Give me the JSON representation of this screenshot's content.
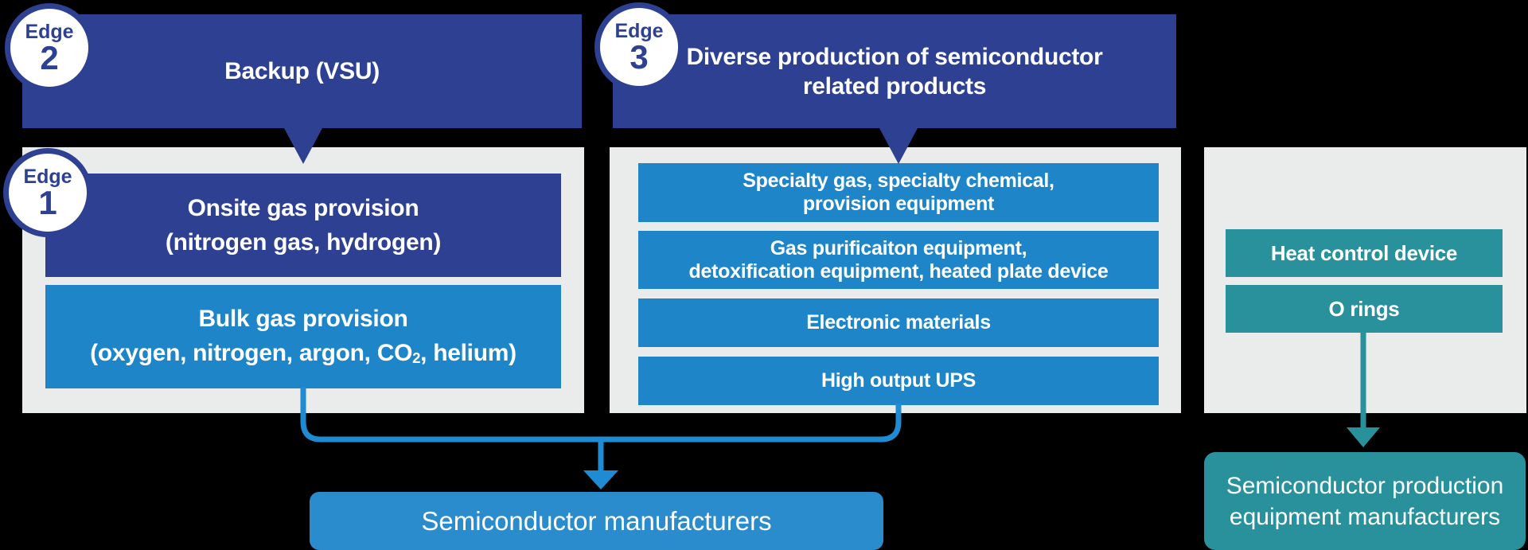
{
  "colors": {
    "background": "#000000",
    "navy": "#2e4092",
    "blue": "#1e86c8",
    "connector_blue": "#1e8bd2",
    "destination_blue": "#2b8ccd",
    "teal": "#28919b",
    "panel_gray": "#eaeceb",
    "text_white": "#ffffff"
  },
  "edge_badges": {
    "edge1": {
      "label": "Edge",
      "number": "1"
    },
    "edge2": {
      "label": "Edge",
      "number": "2"
    },
    "edge3": {
      "label": "Edge",
      "number": "3"
    }
  },
  "banners": {
    "backup": {
      "title": "Backup (VSU)"
    },
    "diverse": {
      "line1": "Diverse production of semiconductor",
      "line2": "related products"
    }
  },
  "left_panel": {
    "onsite_box": {
      "line1": "Onsite gas provision",
      "line2": "(nitrogen gas, hydrogen)"
    },
    "bulk_box": {
      "line1": "Bulk gas provision",
      "line2_prefix": "(oxygen, nitrogen, argon, CO",
      "line2_subscript": "2",
      "line2_suffix": ", helium)"
    }
  },
  "middle_panel": {
    "box1": {
      "line1": "Specialty gas, specialty chemical,",
      "line2": "provision equipment"
    },
    "box2": {
      "line1": "Gas purificaiton equipment,",
      "line2": "detoxification equipment, heated plate device"
    },
    "box3": {
      "label": "Electronic materials"
    },
    "box4": {
      "label": "High output UPS"
    }
  },
  "right_panel": {
    "box1": {
      "label": "Heat control device"
    },
    "box2": {
      "label": "O rings"
    }
  },
  "destinations": {
    "semiconductor_manufacturers": {
      "label": "Semiconductor manufacturers"
    },
    "equipment_manufacturers": {
      "line1": "Semiconductor production",
      "line2": "equipment manufacturers"
    }
  }
}
